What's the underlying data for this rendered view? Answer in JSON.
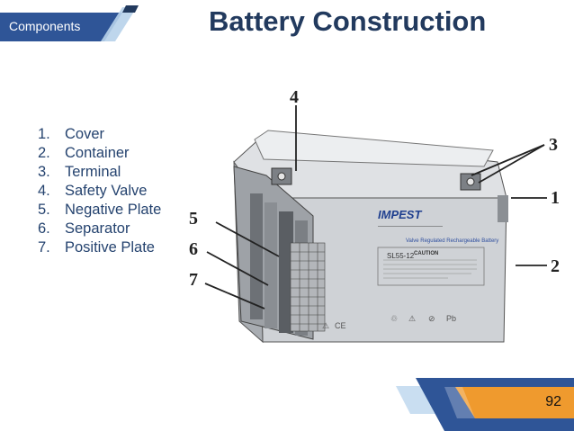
{
  "header": {
    "section_tab": "Components",
    "title": "Battery Construction"
  },
  "parts_list": [
    {
      "num": "1.",
      "label": "Cover"
    },
    {
      "num": "2.",
      "label": "Container"
    },
    {
      "num": "3.",
      "label": "Terminal"
    },
    {
      "num": "4.",
      "label": "Safety Valve"
    },
    {
      "num": "5.",
      "label": "Negative Plate"
    },
    {
      "num": "6.",
      "label": "Separator"
    },
    {
      "num": "7.",
      "label": "Positive Plate"
    }
  ],
  "diagram": {
    "callouts": [
      "1",
      "2",
      "3",
      "4",
      "5",
      "6",
      "7"
    ],
    "brand_text": "IMPEST",
    "model_text": "SL55-12",
    "banner_text": "Valve Regulated Rechargeable Battery",
    "caution_text": "CAUTION"
  },
  "footer": {
    "page_number": "92"
  },
  "colors": {
    "navy": "#223a5e",
    "tab_blue": "#2f5597",
    "accent_orange": "#ef9a2e",
    "light_blue": "#9dc3e6"
  }
}
